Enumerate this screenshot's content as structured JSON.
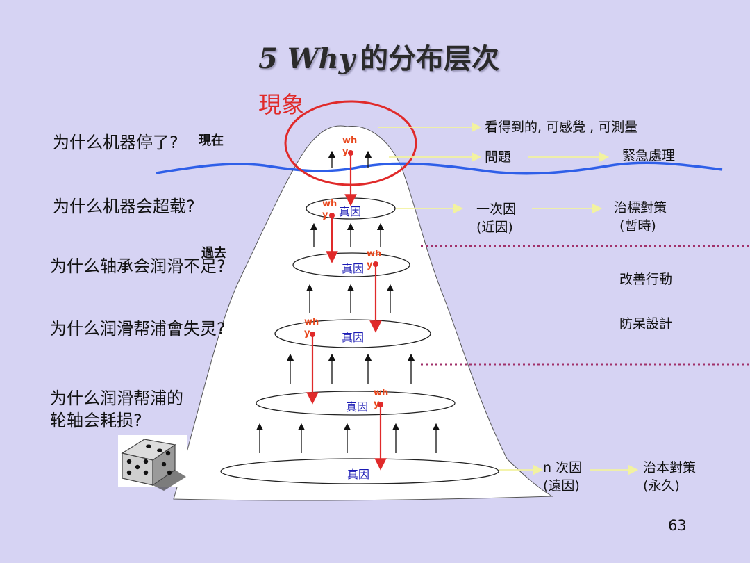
{
  "title": {
    "en": "5 Why",
    "zh": "的分布层次"
  },
  "phenomenon": "現象",
  "questions": [
    "为什么机器停了?",
    "为什么机器会超载?",
    "为什么轴承会润滑不足?",
    "为什么润滑帮浦會失灵?",
    "为什么润滑帮浦的",
    "轮轴会耗损?"
  ],
  "time_labels": {
    "now": "現在",
    "past": "過去"
  },
  "right_labels": {
    "visible": "看得到的, 可感覺 , 可測量",
    "problem": "問題",
    "emergency": "緊急處理",
    "first_cause_1": "一次因",
    "first_cause_2": "(近因)",
    "symptom_fix_1": "治標對策",
    "symptom_fix_2": "(暫時)",
    "improve": "改善行動",
    "foolproof": "防呆設計",
    "n_cause_1": "n 次因",
    "n_cause_2": "(遠因)",
    "root_fix_1": "治本對策",
    "root_fix_2": "(永久)"
  },
  "cause_label": "真因",
  "why": {
    "line1": "wh",
    "line2": "y"
  },
  "page_number": "63",
  "icons": {
    "dice": "dice-icon"
  },
  "colors": {
    "background": "#d6d3f3",
    "red": "#e02a2a",
    "water": "#2f5fe8",
    "dotted": "#a0306a",
    "cause_text": "#1a1ab4"
  }
}
